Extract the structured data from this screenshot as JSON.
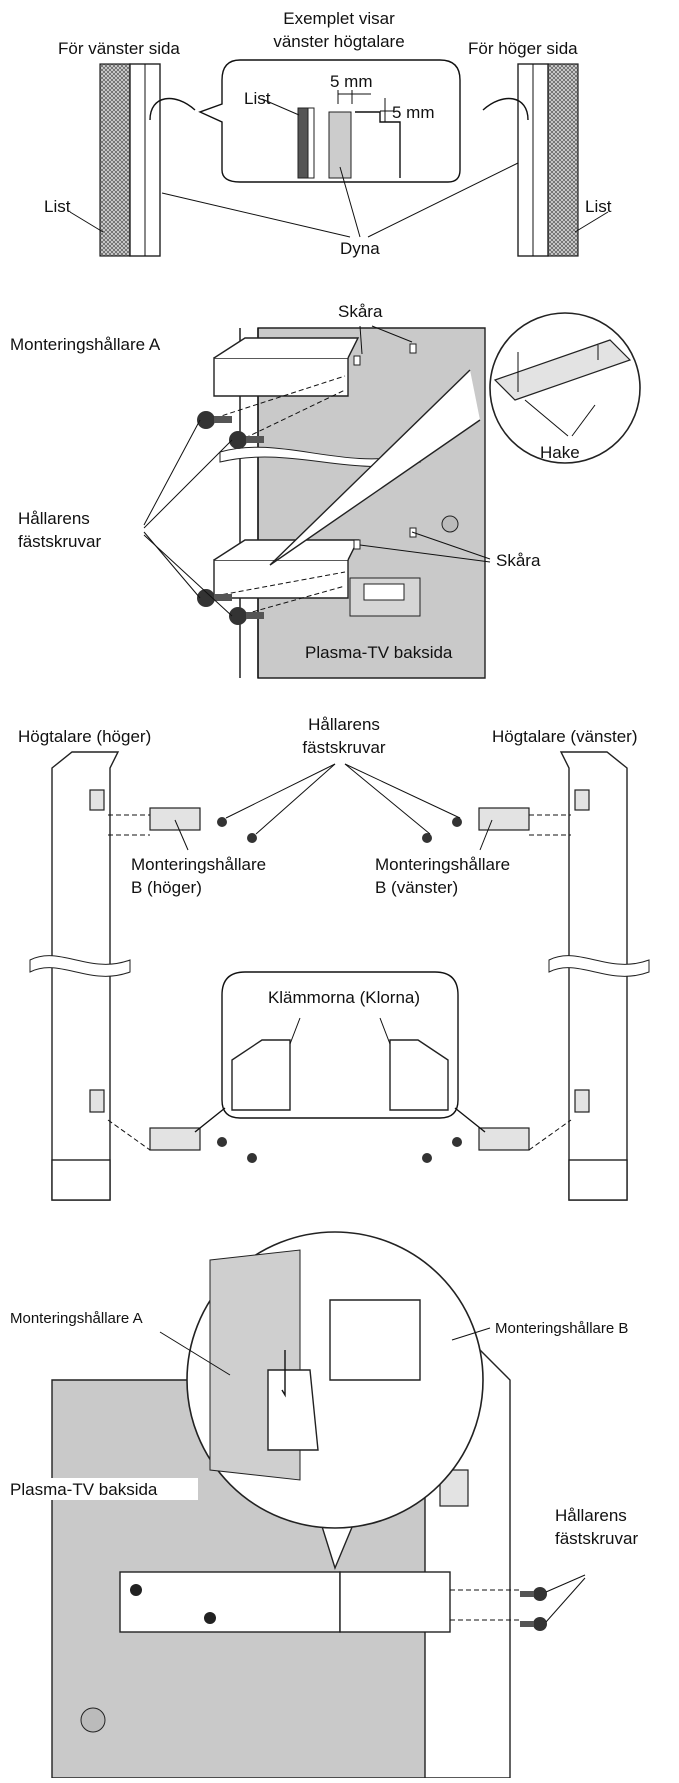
{
  "panel1": {
    "caption_line1": "Exemplet visar",
    "caption_line2": "vänster högtalare",
    "left_title": "För vänster sida",
    "right_title": "För höger sida",
    "list_left": "List",
    "list_right": "List",
    "list_inset": "List",
    "dim_h": "5 mm",
    "dim_v": "5 mm",
    "pad": "Dyna"
  },
  "panel2": {
    "slot_top": "Skåra",
    "bracket_a": "Monteringshållare A",
    "hook": "Hake",
    "screws_line1": "Hållarens",
    "screws_line2": "fästskruvar",
    "slot_bottom": "Skåra",
    "tv_back": "Plasma-TV baksida"
  },
  "panel3": {
    "speaker_right": "Högtalare (höger)",
    "speaker_left": "Högtalare (vänster)",
    "screws_line1": "Hållarens",
    "screws_line2": "fästskruvar",
    "bracket_b_right_l1": "Monteringshållare",
    "bracket_b_right_l2": "B (höger)",
    "bracket_b_left_l1": "Monteringshållare",
    "bracket_b_left_l2": "B (vänster)",
    "clamps": "Klämmorna (Klorna)"
  },
  "panel4": {
    "bracket_a": "Monteringshållare A",
    "bracket_b": "Monteringshållare B",
    "tv_back": "Plasma-TV baksida",
    "screws_line1": "Hållarens",
    "screws_line2": "fästskruvar"
  }
}
